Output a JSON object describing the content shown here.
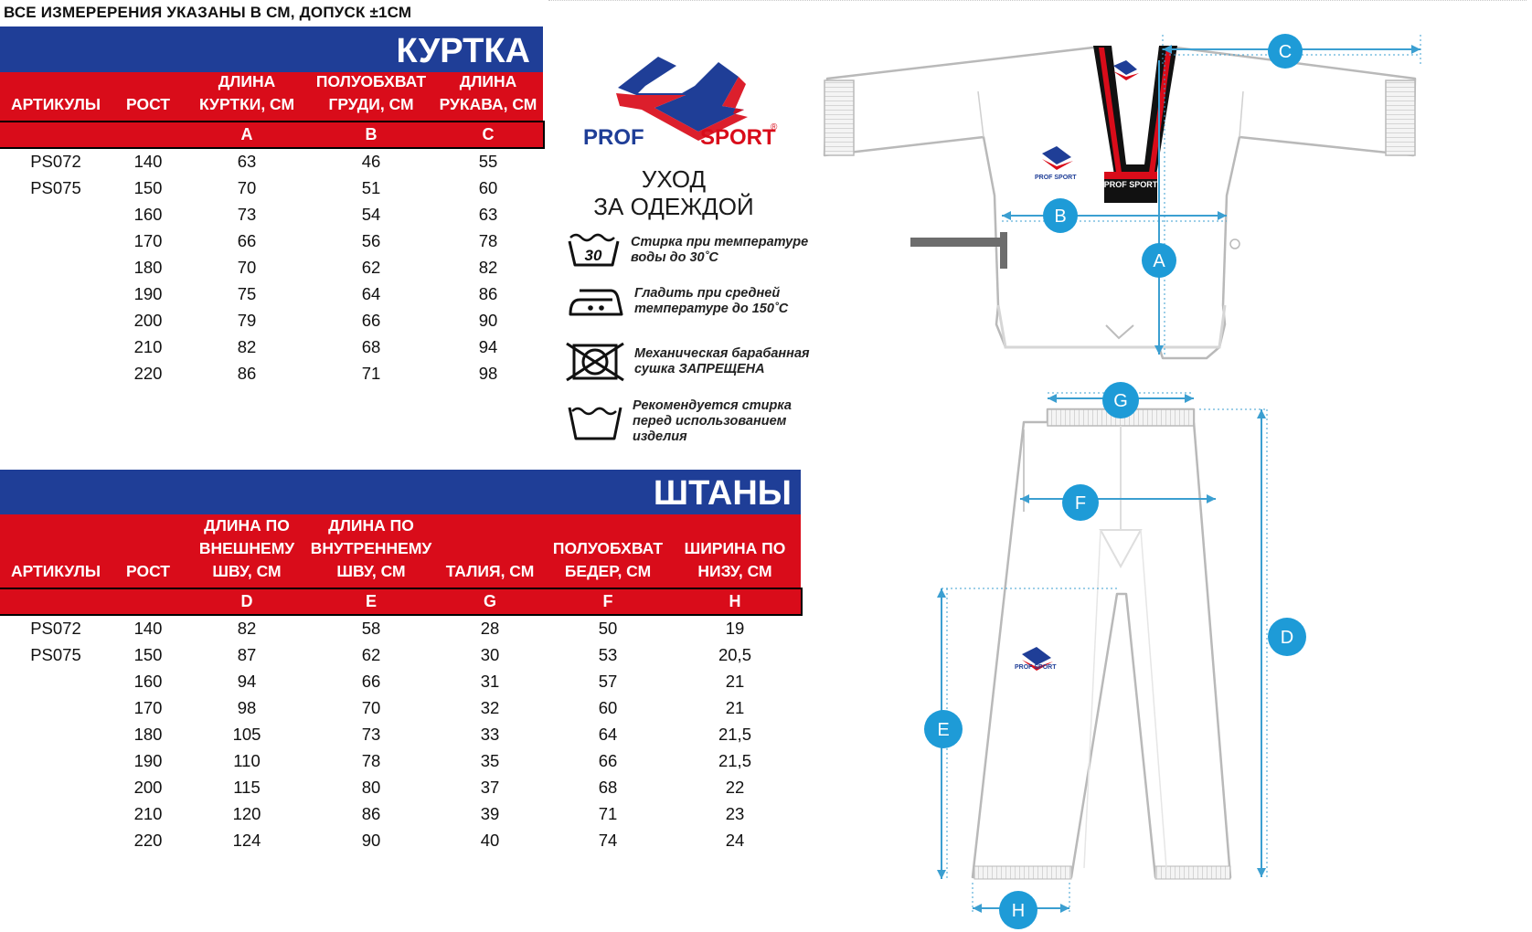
{
  "note": "ВСЕ ИЗМЕРЕРЕНИЯ УКАЗАНЫ В СМ, ДОПУСК  ±1СМ",
  "jacket": {
    "title": "КУРТКА",
    "headers": {
      "articles": "АРТИКУЛЫ",
      "height": "РОСТ",
      "length": [
        "ДЛИНА",
        "КУРТКИ, СМ"
      ],
      "chest": [
        "ПОЛУОБХВАТ",
        "ГРУДИ, СМ"
      ],
      "sleeve": [
        "ДЛИНА",
        "РУКАВА, СМ"
      ]
    },
    "letters": [
      "A",
      "B",
      "C"
    ],
    "rows": [
      {
        "art": "PS072",
        "h": "140",
        "a": "63",
        "b": "46",
        "c": "55"
      },
      {
        "art": "PS075",
        "h": "150",
        "a": "70",
        "b": "51",
        "c": "60"
      },
      {
        "art": "",
        "h": "160",
        "a": "73",
        "b": "54",
        "c": "63"
      },
      {
        "art": "",
        "h": "170",
        "a": "66",
        "b": "56",
        "c": "78"
      },
      {
        "art": "",
        "h": "180",
        "a": "70",
        "b": "62",
        "c": "82"
      },
      {
        "art": "",
        "h": "190",
        "a": "75",
        "b": "64",
        "c": "86"
      },
      {
        "art": "",
        "h": "200",
        "a": "79",
        "b": "66",
        "c": "90"
      },
      {
        "art": "",
        "h": "210",
        "a": "82",
        "b": "68",
        "c": "94"
      },
      {
        "art": "",
        "h": "220",
        "a": "86",
        "b": "71",
        "c": "98"
      }
    ]
  },
  "pants": {
    "title": "ШТАНЫ",
    "headers": {
      "articles": "АРТИКУЛЫ",
      "height": "РОСТ",
      "outer": [
        "ДЛИНА ПО",
        "ВНЕШНЕМУ",
        "ШВУ, СМ"
      ],
      "inner": [
        "ДЛИНА  ПО",
        "ВНУТРЕННЕМУ",
        "ШВУ, СМ"
      ],
      "waist": "ТАЛИЯ, СМ",
      "hips": [
        "ПОЛУОБХВАТ",
        "БЕДЕР, СМ"
      ],
      "bottom": [
        "ШИРИНА ПО",
        "НИЗУ, СМ"
      ]
    },
    "letters": [
      "D",
      "E",
      "G",
      "F",
      "H"
    ],
    "rows": [
      {
        "art": "PS072",
        "h": "140",
        "d": "82",
        "e": "58",
        "g": "28",
        "f": "50",
        "hh": "19"
      },
      {
        "art": "PS075",
        "h": "150",
        "d": "87",
        "e": "62",
        "g": "30",
        "f": "53",
        "hh": "20,5"
      },
      {
        "art": "",
        "h": "160",
        "d": "94",
        "e": "66",
        "g": "31",
        "f": "57",
        "hh": "21"
      },
      {
        "art": "",
        "h": "170",
        "d": "98",
        "e": "70",
        "g": "32",
        "f": "60",
        "hh": "21"
      },
      {
        "art": "",
        "h": "180",
        "d": "105",
        "e": "73",
        "g": "33",
        "f": "64",
        "hh": "21,5"
      },
      {
        "art": "",
        "h": "190",
        "d": "110",
        "e": "78",
        "g": "35",
        "f": "66",
        "hh": "21,5"
      },
      {
        "art": "",
        "h": "200",
        "d": "115",
        "e": "80",
        "g": "37",
        "f": "68",
        "hh": "22"
      },
      {
        "art": "",
        "h": "210",
        "d": "120",
        "e": "86",
        "g": "39",
        "f": "71",
        "hh": "23"
      },
      {
        "art": "",
        "h": "220",
        "d": "124",
        "e": "90",
        "g": "40",
        "f": "74",
        "hh": "24"
      }
    ]
  },
  "brand": {
    "left": "PROF",
    "right": "SPORT",
    "mark": "®"
  },
  "care": {
    "title": [
      "УХОД",
      "ЗА ОДЕЖДОЙ"
    ],
    "items": [
      {
        "icon": "wash-30-icon",
        "symbol": "30",
        "text": [
          "Стирка при температуре",
          "воды до 30˚С"
        ]
      },
      {
        "icon": "iron-icon",
        "text": [
          "Гладить при средней",
          "температуре до 150˚С"
        ]
      },
      {
        "icon": "no-tumble-dry-icon",
        "text": [
          "Механическая барабанная",
          "сушка ЗАПРЕЩЕНА"
        ]
      },
      {
        "icon": "wash-before-use-icon",
        "text": [
          "Рекомендуется стирка",
          "перед использованием",
          "изделия"
        ]
      }
    ]
  },
  "diagram": {
    "jacket_markers": [
      "C",
      "B",
      "A"
    ],
    "pants_markers": [
      "G",
      "F",
      "D",
      "E",
      "H"
    ],
    "patch_text": "PROF SPORT",
    "colors": {
      "marker": "#1e9bd7",
      "measure_line": "#3b9fd1",
      "collar_red": "#d90c1a",
      "collar_black": "#111111",
      "blue": "#1f3e97",
      "red": "#d90c1a"
    }
  }
}
